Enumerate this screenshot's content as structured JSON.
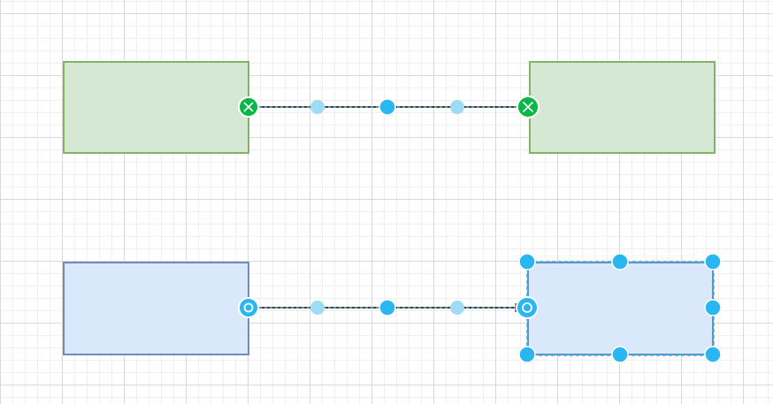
{
  "colors": {
    "green_fill": "#d5e8d4",
    "green_stroke": "#82b366",
    "blue_fill": "#dae8fc",
    "blue_stroke": "#6c8ebf",
    "handle_blue": "#29b6f2",
    "handle_blue_light": "#9edcf6",
    "connected_green": "#09b646",
    "edge_color": "#000000"
  },
  "shapes": [
    {
      "id": "green-rect-left",
      "fill": "green",
      "selected": false
    },
    {
      "id": "green-rect-right",
      "fill": "green",
      "selected": false
    },
    {
      "id": "blue-rect-left",
      "fill": "blue",
      "selected": false
    },
    {
      "id": "blue-rect-right",
      "fill": "blue",
      "selected": true
    }
  ],
  "edges": [
    {
      "id": "edge-top",
      "from": "green-rect-left",
      "to": "green-rect-right",
      "terminal_state": "fixed-connection",
      "selected": true
    },
    {
      "id": "edge-bottom",
      "from": "blue-rect-left",
      "to": "blue-rect-right",
      "terminal_state": "floating-connection",
      "selected": true
    }
  ],
  "icons": {
    "fixed_terminal": "x-circle-icon",
    "floating_terminal": "o-ring-icon",
    "waypoint": "dot-handle-icon",
    "resize": "resize-handle-icon"
  }
}
